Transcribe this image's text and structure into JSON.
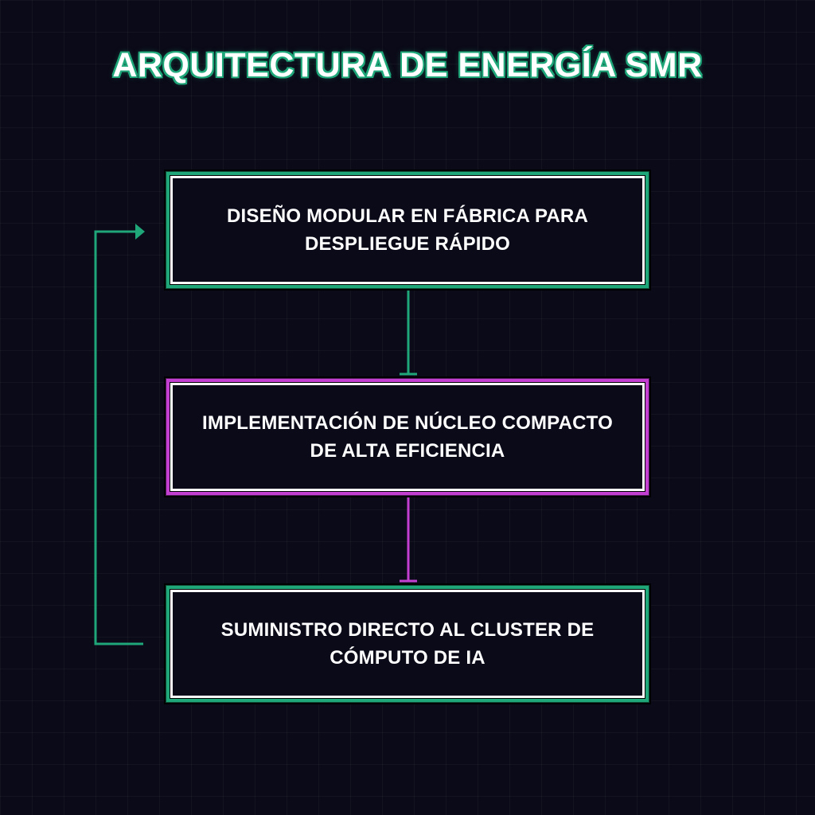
{
  "title": "ARQUITECTURA DE ENERGÍA SMR",
  "nodes": [
    {
      "label_line1": "DISEÑO MODULAR EN FÁBRICA PARA",
      "label_line2": "DESPLIEGUE RÁPIDO",
      "color": "#1fa77a"
    },
    {
      "label_line1": "IMPLEMENTACIÓN DE NÚCLEO COMPACTO",
      "label_line2": "DE ALTA EFICIENCIA",
      "color": "#c23fd2"
    },
    {
      "label_line1": "SUMINISTRO DIRECTO AL CLUSTER DE",
      "label_line2": "CÓMPUTO DE IA",
      "color": "#1fa77a"
    }
  ],
  "edges": [
    {
      "from": 0,
      "to": 1,
      "color": "#1fa77a"
    },
    {
      "from": 1,
      "to": 2,
      "color": "#c23fd2"
    },
    {
      "from": 2,
      "to": 0,
      "color": "#1fa77a",
      "type": "loop-back"
    }
  ],
  "colors": {
    "background": "#0b0a18",
    "accent_green": "#1fa77a",
    "accent_purple": "#c23fd2",
    "text": "#ffffff"
  }
}
